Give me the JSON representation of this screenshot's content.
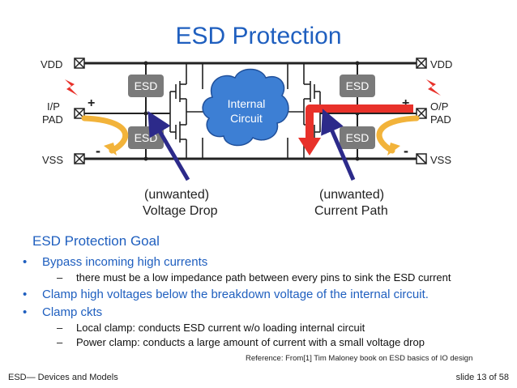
{
  "title": "ESD Protection",
  "diagram": {
    "vdd_left": "VDD",
    "vdd_right": "VDD",
    "vss_left": "VSS",
    "vss_right": "VSS",
    "ip_pad": [
      "I/P",
      "PAD"
    ],
    "op_pad": [
      "O/P",
      "PAD"
    ],
    "esd_label": "ESD",
    "internal_circuit": [
      "Internal",
      "Circuit"
    ],
    "plus": "+",
    "minus": "-",
    "annotation_left": [
      "(unwanted)",
      "Voltage Drop"
    ],
    "annotation_right": [
      "(unwanted)",
      "Current Path"
    ],
    "colors": {
      "esd_box": "#7a7a7a",
      "cloud": "#3d7fd4",
      "red": "#e8312a",
      "arrow_yellow": "#f2b33a",
      "purple": "#2c2a8a"
    }
  },
  "goal": {
    "heading": "ESD Protection Goal",
    "items": [
      {
        "text": "Bypass incoming high currents",
        "sub": [
          "there must be a low impedance path between every pins to sink the ESD current"
        ]
      },
      {
        "text": "Clamp high voltages below the breakdown voltage of the internal circuit.",
        "sub": []
      },
      {
        "text": "Clamp ckts",
        "sub": [
          "Local clamp: conducts ESD current w/o loading internal circuit",
          "Power clamp: conducts a large amount of current with a small voltage drop"
        ]
      }
    ]
  },
  "reference": "Reference: From[1] Tim Maloney book on ESD basics of IO design",
  "footer": {
    "left": "ESD— Devices and Models",
    "right": "slide 13 of 58"
  }
}
